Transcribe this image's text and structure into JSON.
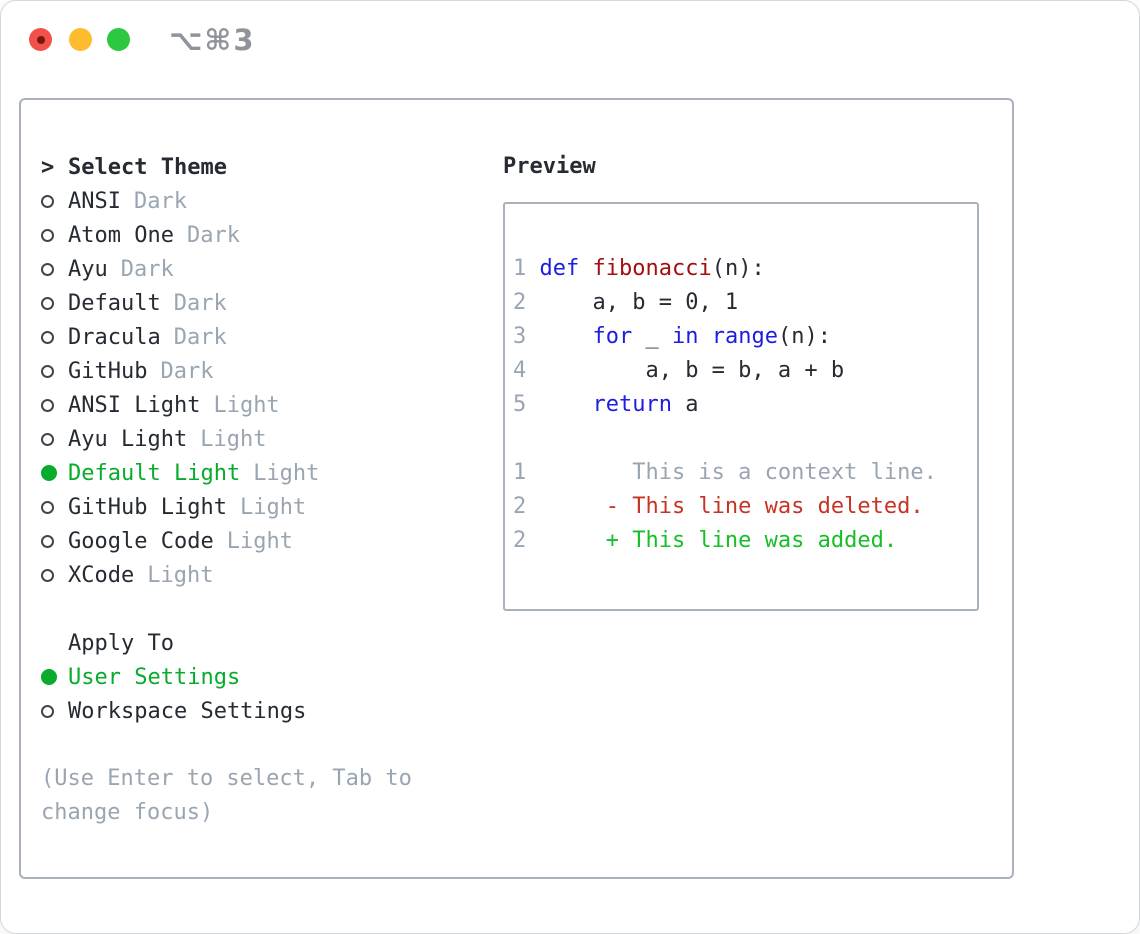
{
  "window": {
    "shortcut_label": "⌥⌘3"
  },
  "traffic_lights": {
    "close_color": "#f0524a",
    "close_dot_color": "#7c150e",
    "minimize_color": "#fcbc2d",
    "zoom_color": "#2bc840"
  },
  "theme_section": {
    "marker": ">",
    "header": "Select Theme",
    "items": [
      {
        "label": "ANSI",
        "variant": "Dark",
        "selected": false
      },
      {
        "label": "Atom One",
        "variant": "Dark",
        "selected": false
      },
      {
        "label": "Ayu",
        "variant": "Dark",
        "selected": false
      },
      {
        "label": "Default",
        "variant": "Dark",
        "selected": false
      },
      {
        "label": "Dracula",
        "variant": "Dark",
        "selected": false
      },
      {
        "label": "GitHub",
        "variant": "Dark",
        "selected": false
      },
      {
        "label": "ANSI Light",
        "variant": "Light",
        "selected": false
      },
      {
        "label": "Ayu Light",
        "variant": "Light",
        "selected": false
      },
      {
        "label": "Default Light",
        "variant": "Light",
        "selected": true
      },
      {
        "label": "GitHub Light",
        "variant": "Light",
        "selected": false
      },
      {
        "label": "Google Code",
        "variant": "Light",
        "selected": false
      },
      {
        "label": "XCode",
        "variant": "Light",
        "selected": false
      }
    ]
  },
  "apply_section": {
    "header": "Apply To",
    "items": [
      {
        "label": "User Settings",
        "selected": true
      },
      {
        "label": "Workspace Settings",
        "selected": false
      }
    ]
  },
  "help_text": "(Use Enter to select, Tab to change focus)",
  "preview": {
    "title": "Preview",
    "code_lines": [
      {
        "num": "1",
        "tokens": [
          {
            "text": "def",
            "style": "keyword"
          },
          {
            "text": " ",
            "style": "plain"
          },
          {
            "text": "fibonacci",
            "style": "function"
          },
          {
            "text": "(n):",
            "style": "plain"
          }
        ]
      },
      {
        "num": "2",
        "tokens": [
          {
            "text": "    a, b = 0, 1",
            "style": "plain"
          }
        ]
      },
      {
        "num": "3",
        "tokens": [
          {
            "text": "    ",
            "style": "plain"
          },
          {
            "text": "for",
            "style": "keyword"
          },
          {
            "text": " _ ",
            "style": "plain"
          },
          {
            "text": "in",
            "style": "keyword"
          },
          {
            "text": " ",
            "style": "plain"
          },
          {
            "text": "range",
            "style": "keyword"
          },
          {
            "text": "(n):",
            "style": "plain"
          }
        ]
      },
      {
        "num": "4",
        "tokens": [
          {
            "text": "        a, b = b, a + b",
            "style": "plain"
          }
        ]
      },
      {
        "num": "5",
        "tokens": [
          {
            "text": "    ",
            "style": "plain"
          },
          {
            "text": "return",
            "style": "keyword"
          },
          {
            "text": " a",
            "style": "plain"
          }
        ]
      }
    ],
    "diff_lines": [
      {
        "num": "1",
        "text": "        This is a context line.",
        "style": "context"
      },
      {
        "num": "2",
        "text": "      - This line was deleted.",
        "style": "deleted"
      },
      {
        "num": "2",
        "text": "      + This line was added.",
        "style": "added"
      }
    ]
  },
  "colors": {
    "selection_green": "#09ab2c",
    "added_green": "#17bf27",
    "deleted_red": "#c63426",
    "keyword_blue": "#1d1de0",
    "function_red": "#a30f0f",
    "text_dark": "#262b33",
    "text_gray": "#9aa5b2",
    "border_gray": "#a9b1bb"
  }
}
